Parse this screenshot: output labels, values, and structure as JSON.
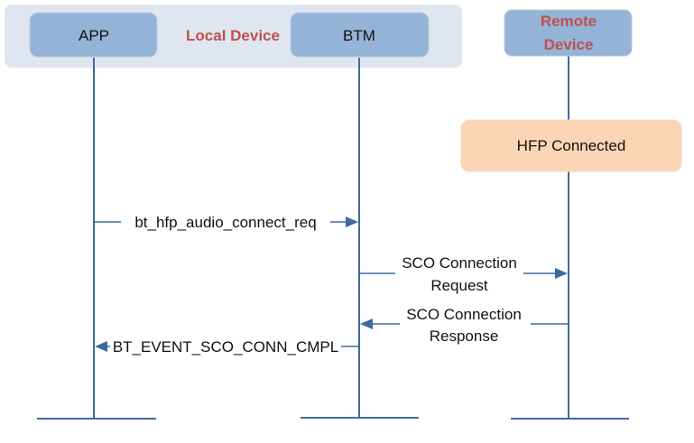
{
  "group": {
    "label": "Local Device"
  },
  "participants": [
    {
      "id": "app",
      "label": "APP"
    },
    {
      "id": "btm",
      "label": "BTM"
    },
    {
      "id": "remote",
      "label_lines": [
        "Remote",
        "Device"
      ]
    }
  ],
  "state_box": {
    "label": "HFP Connected"
  },
  "messages": [
    {
      "id": "audio-connect-req",
      "from": "APP",
      "to": "BTM",
      "label_lines": [
        "bt_hfp_audio_connect_req"
      ]
    },
    {
      "id": "sco-connection-request",
      "from": "BTM",
      "to": "Remote Device",
      "label_lines": [
        "SCO Connection",
        "Request"
      ]
    },
    {
      "id": "sco-connection-response",
      "from": "Remote Device",
      "to": "BTM",
      "label_lines": [
        "SCO Connection",
        "Response"
      ]
    },
    {
      "id": "sco-conn-cmpl-event",
      "from": "BTM",
      "to": "APP",
      "label_lines": [
        "BT_EVENT_SCO_CONN_CMPL"
      ]
    }
  ],
  "colors": {
    "group_background": "#dfe6ef",
    "participant_box": "#94b3d7",
    "remote_label": "#c0504d",
    "state_box": "#fcd5b5",
    "line": "#3c6a9f"
  }
}
